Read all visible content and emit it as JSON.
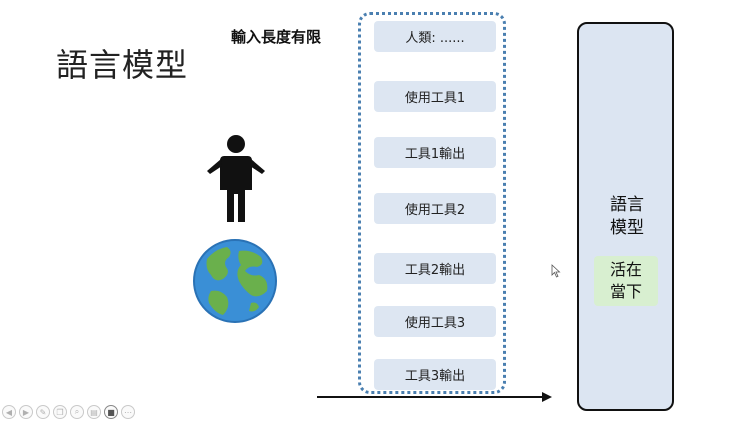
{
  "slide": {
    "title": "語言模型",
    "context_limit_label": "輸入長度有限"
  },
  "context_window": {
    "tokens": [
      "人類: ......",
      "使用工具1",
      "工具1輸出",
      "使用工具2",
      "工具2輸出",
      "使用工具3",
      "工具3輸出"
    ]
  },
  "model_panel": {
    "name_line1": "語言",
    "name_line2": "模型",
    "badge_line1": "活在",
    "badge_line2": "當下"
  },
  "colors": {
    "token_fill": "#dde6f2",
    "context_border": "#4a7fb0",
    "model_fill": "#dce5f2",
    "badge_fill": "#d8efd0"
  },
  "player_controls": {
    "icons": [
      "prev-icon",
      "next-icon",
      "pen-icon",
      "copy-icon",
      "zoom-icon",
      "slides-icon",
      "camera-icon",
      "more-icon"
    ],
    "glyphs": [
      "◀",
      "▶",
      "✎",
      "❐",
      "⌕",
      "▤",
      "■",
      "⋯"
    ]
  }
}
